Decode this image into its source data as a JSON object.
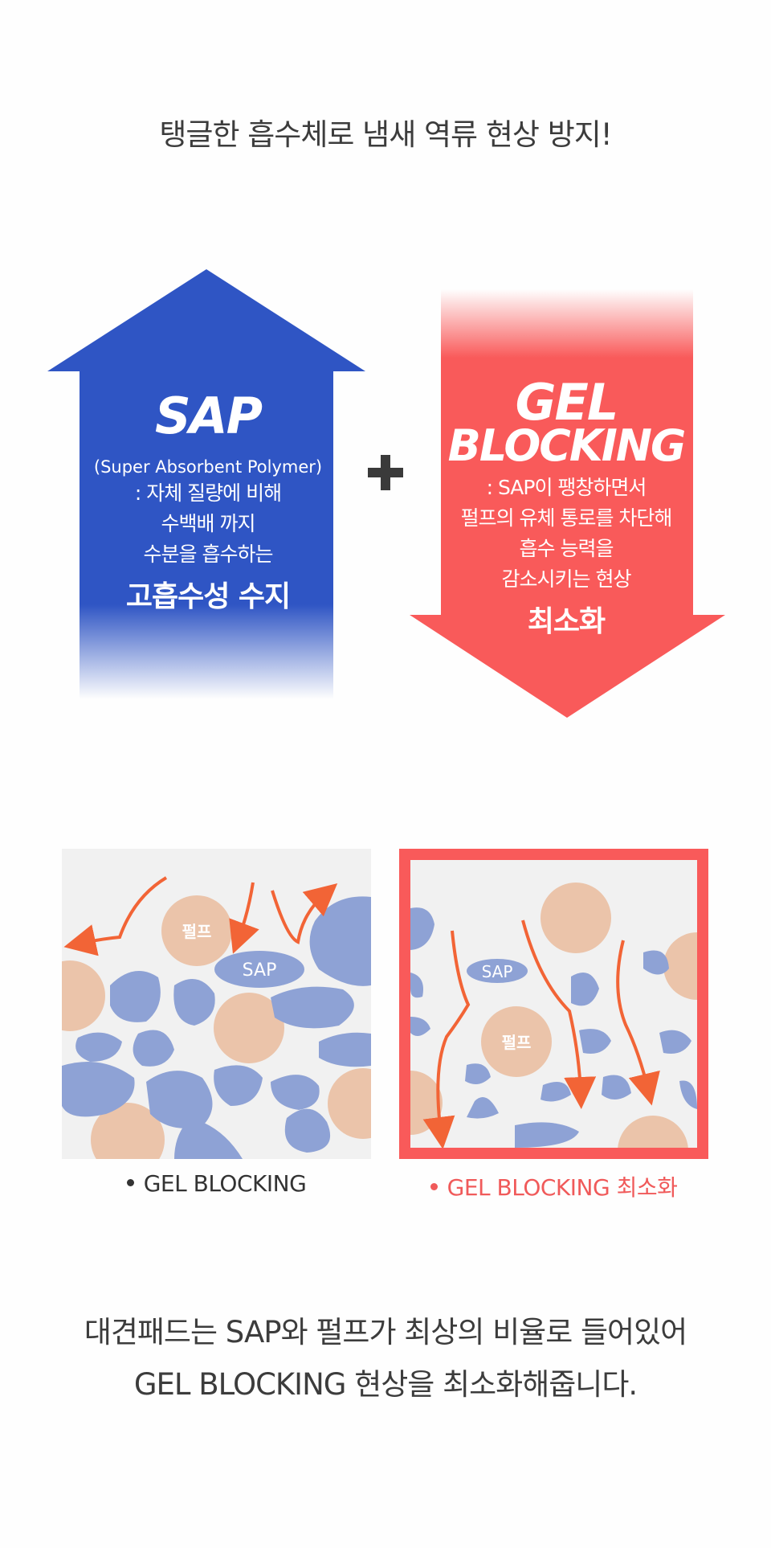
{
  "headline": "탱글한 흡수체로 냄새 역류 현상 방지!",
  "sap": {
    "title": "SAP",
    "subtitle": "(Super Absorbent Polymer)",
    "lines": [
      ": 자체 질량에 비해",
      "수백배 까지",
      "수분을 흡수하는"
    ],
    "emphasis": "고흡수성 수지"
  },
  "gel": {
    "title_line1": "GEL",
    "title_line2": "BLOCKING",
    "lines": [
      ": SAP이 팽창하면서",
      "펄프의 유체 통로를 차단해",
      "흡수 능력을",
      "감소시키는 현상"
    ],
    "emphasis": "최소화"
  },
  "diagram": {
    "left": {
      "pulp_label": "펄프",
      "sap_label": "SAP",
      "caption": "GEL BLOCKING"
    },
    "right": {
      "pulp_label": "펄프",
      "sap_label": "SAP",
      "caption": "GEL BLOCKING 최소화"
    }
  },
  "footer": {
    "line1": "대견패드는 SAP와 펄프가 최상의 비율로 들어있어",
    "line2": "GEL BLOCKING 현상을 최소화해줍니다."
  },
  "colors": {
    "blue": "#2f55c4",
    "red": "#f95a5a",
    "pulp": "#ebc4aa",
    "sap_blob": "#8ea2d5",
    "flow_arrow": "#f26436"
  }
}
